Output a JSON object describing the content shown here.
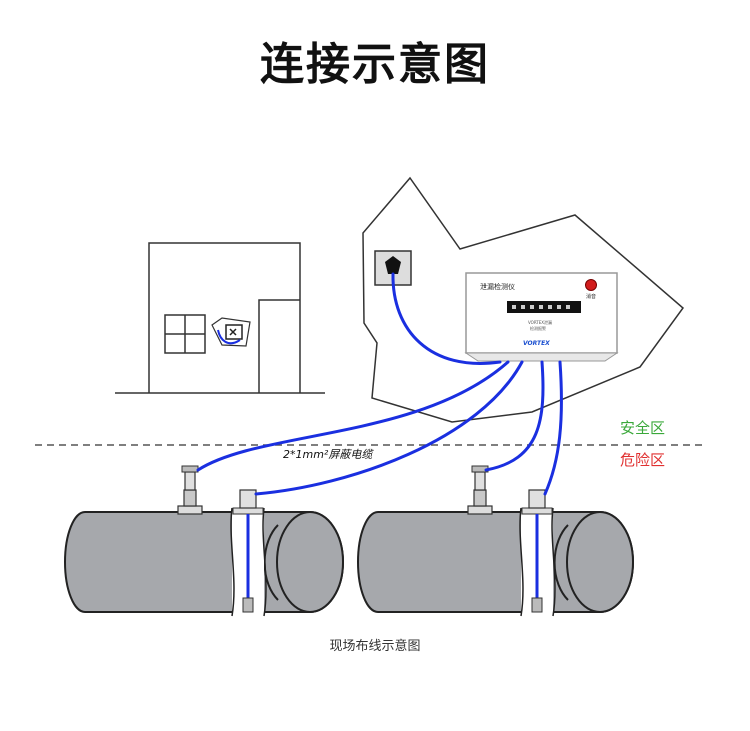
{
  "title": "连接示意图",
  "zones": {
    "safe": "安全区",
    "danger": "危险区"
  },
  "cable_label": "2*1mm²屏蔽电缆",
  "footer_caption": "现场布线示意图",
  "controller": {
    "name": "泄漏检测仪",
    "button_label": "消音",
    "brand": "VORTEX",
    "panel_text_line1": "VORTEX泄漏",
    "panel_text_line2": "检测报警"
  },
  "colors": {
    "cable": "#1a2fe0",
    "safe_zone": "#3aa83a",
    "danger_zone": "#e03030",
    "tank_fill": "#a6a8ac",
    "alarm_red": "#d21c1c"
  }
}
